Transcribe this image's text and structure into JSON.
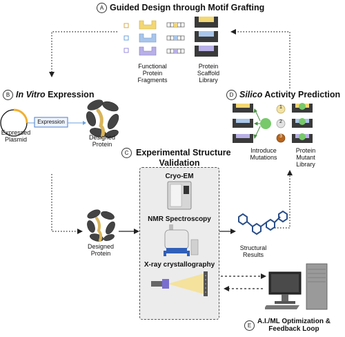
{
  "sections": {
    "a": {
      "letter": "A",
      "title": "Guided Design through Motif Grafting"
    },
    "b": {
      "letter": "B",
      "title_italic": "In Vitro",
      "title_rest": " Expression"
    },
    "c": {
      "letter": "C",
      "title_line1": "Experimental Structure",
      "title_line2": "Validation"
    },
    "d": {
      "letter": "D",
      "title_italic": "Silico",
      "title_rest": " Activity Prediction"
    },
    "e": {
      "letter": "E",
      "title_line1": "A.I./ML Optimization &",
      "title_line2": "Feedback Loop"
    }
  },
  "labels": {
    "functional_fragments": [
      "Functional",
      "Protein",
      "Fragments"
    ],
    "scaffold_library": [
      "Protein",
      "Scaffold",
      "Library"
    ],
    "expressed_plasmid": [
      "Expressed",
      "Plasmid"
    ],
    "expression_box": "Expression",
    "designed_protein_top": [
      "Designed",
      "Protein"
    ],
    "designed_protein_bottom": [
      "Designed",
      "Protein"
    ],
    "introduce_mutations": [
      "Introduce",
      "Mutations"
    ],
    "mutant_library": [
      "Protein",
      "Mutant",
      "Library"
    ],
    "structural_results": [
      "Structural",
      "Results"
    ],
    "methods": [
      "Cryo-EM",
      "NMR Spectroscopy",
      "X-ray crystallography"
    ],
    "rank_numbers": [
      "1",
      "2",
      "3"
    ]
  },
  "colors": {
    "fragment_yellow": "#f2d774",
    "fragment_blue": "#a9c6ea",
    "fragment_purple": "#b8b0e6",
    "scaffold_dark": "#3a3a3a",
    "mutation_green": "#77c96a",
    "rank_gold": "#f3e3a4",
    "rank_silver": "#e2e2e2",
    "rank_bronze": "#b5651d",
    "panel_bg": "#ececec"
  }
}
